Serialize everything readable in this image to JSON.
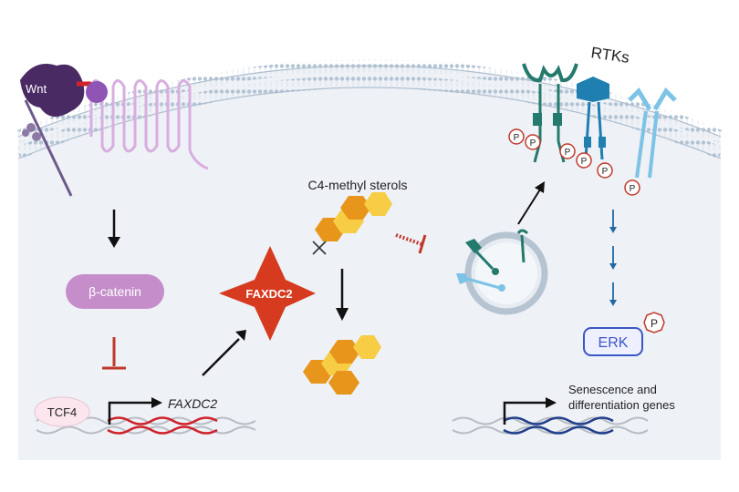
{
  "labels": {
    "wnt": "Wnt",
    "rtks": "RTKs",
    "beta_catenin": "β-catenin",
    "faxdc2_protein": "FAXDC2",
    "faxdc2_gene": "FAXDC2",
    "tcf4": "TCF4",
    "c4_methyl_sterols": "C4-methyl sterols",
    "erk": "ERK",
    "phospho": "P",
    "senescence_line1": "Senescence  and",
    "senescence_line2": "differentiation genes"
  },
  "colors": {
    "cytoplasm": "#eef1f6",
    "membrane": "#b9c7d6",
    "wnt": "#4a2a63",
    "frizzled": "#e9c9ec",
    "beta_catenin": "#c58ecb",
    "inhibitor": "#c0392b",
    "faxdc2": "#d63a1f",
    "sterol_orange": "#e8961b",
    "sterol_yellow": "#f6cd45",
    "rtk_teal": "#247a6c",
    "rtk_blue": "#1f7fb1",
    "rtk_light": "#7cc3e6",
    "erk": "#3b56c6",
    "dna_red": "#d0232b",
    "dna_blue": "#23408c"
  }
}
